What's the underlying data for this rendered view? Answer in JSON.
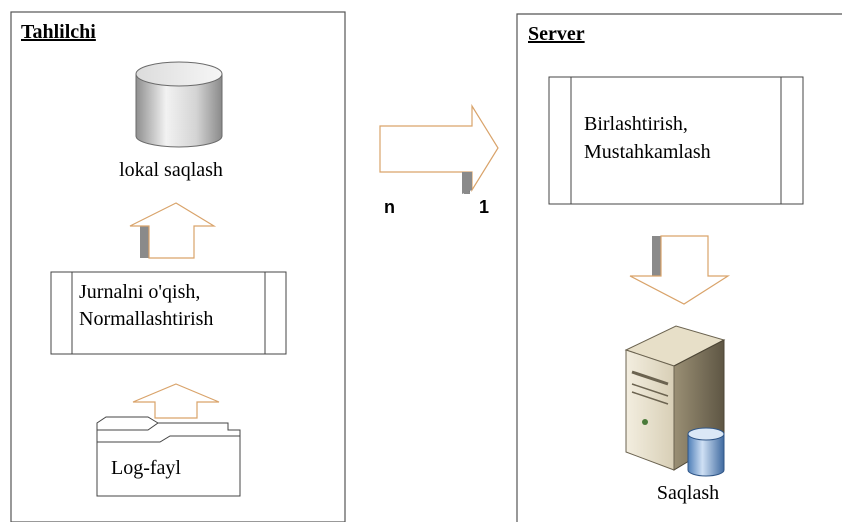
{
  "left_panel": {
    "title": "Tahlilchi",
    "storage_label": "lokal saqlash",
    "process_line1": "Jurnalni o'qish,",
    "process_line2": "Normallashtirish",
    "file_label": "Log-fayl"
  },
  "transfer": {
    "from_label": "n",
    "to_label": "1"
  },
  "right_panel": {
    "title": "Server",
    "process_line1": "Birlashtirish,",
    "process_line2": "Mustahkamlash",
    "storage_label": "Saqlash"
  }
}
